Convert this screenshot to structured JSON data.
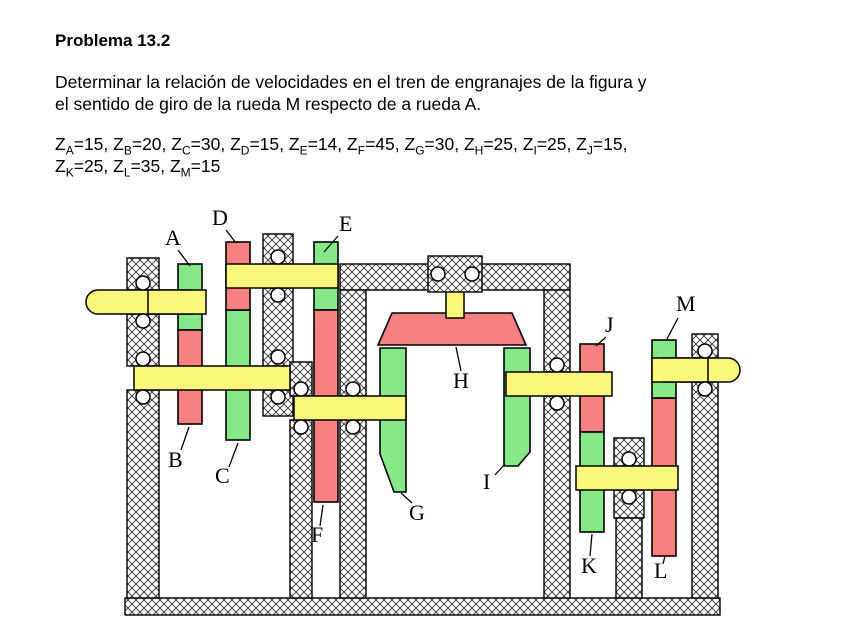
{
  "page": {
    "title": "Problema 13.2",
    "statement_line1": "Determinar la relación de velocidades en el tren de engranajes de la figura y",
    "statement_line2": "el sentido de giro de la rueda M respecto de a rueda A."
  },
  "teeth": {
    "line1": [
      {
        "gear": "A",
        "z": "15"
      },
      {
        "gear": "B",
        "z": "20"
      },
      {
        "gear": "C",
        "z": "30"
      },
      {
        "gear": "D",
        "z": "15"
      },
      {
        "gear": "E",
        "z": "14"
      },
      {
        "gear": "F",
        "z": "45"
      },
      {
        "gear": "G",
        "z": "30"
      },
      {
        "gear": "H",
        "z": "25"
      },
      {
        "gear": "I",
        "z": "25"
      },
      {
        "gear": "J",
        "z": "15"
      }
    ],
    "line2": [
      {
        "gear": "K",
        "z": "25"
      },
      {
        "gear": "L",
        "z": "35"
      },
      {
        "gear": "M",
        "z": "15"
      }
    ]
  },
  "diagram": {
    "labels": [
      "A",
      "B",
      "C",
      "D",
      "E",
      "F",
      "G",
      "H",
      "I",
      "J",
      "K",
      "L",
      "M"
    ]
  },
  "colors": {
    "green": "#86E886",
    "red": "#F78181",
    "shaft": "#FBF77D",
    "hatch_line": "#333333"
  }
}
